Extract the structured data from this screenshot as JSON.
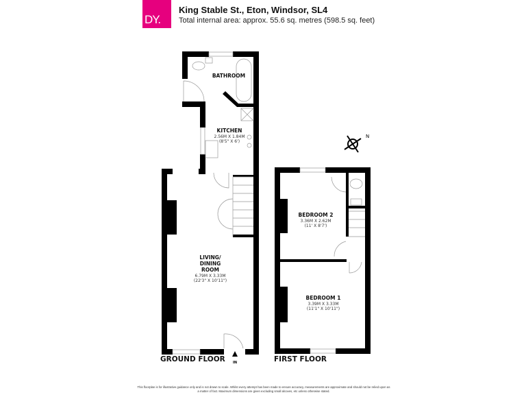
{
  "header": {
    "logo_text": "DY.",
    "brand_color": "#e6007e",
    "address": "King Stable St., Eton, Windsor, SL4",
    "area": "Total internal area: approx. 55.6 sq. metres (598.5 sq. feet)"
  },
  "ground_floor": {
    "label": "GROUND FLOOR",
    "entrance": "IN",
    "rooms": [
      {
        "name": "BATHROOM"
      },
      {
        "name": "KITCHEN",
        "metric": "2.56M X 1.84M",
        "imperial": "(8'5\" X 6')"
      },
      {
        "name_lines": [
          "LIVING/",
          "DINING",
          "ROOM"
        ],
        "metric": "6.79M X 3.33M",
        "imperial": "(22'3\" X 10'11\")"
      }
    ]
  },
  "first_floor": {
    "label": "FIRST FLOOR",
    "rooms": [
      {
        "name": "BEDROOM 2",
        "metric": "3.36M X 2.62M",
        "imperial": "(11' X 8'7')"
      },
      {
        "name": "BEDROOM 1",
        "metric": "3.39M X 3.33M",
        "imperial": "(11'1\" X 10'11\")"
      }
    ]
  },
  "compass": {
    "label": "N"
  },
  "disclaimer": "This floorplan is for illustrative guidance only and is not drawn to scale. Whilst every attempt has been made to ensure accuracy, measurements are approximate and should not be relied upon as a matter of fact. Maximum dimensions are given excluding small alcoves, etc unless otherwise stated."
}
